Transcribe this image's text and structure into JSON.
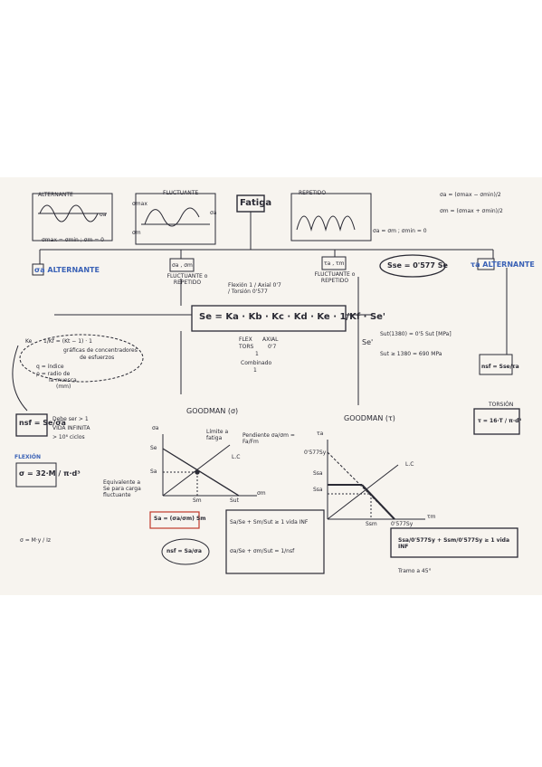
{
  "title": "Fatiga",
  "top_waveforms": {
    "alternante_label": "ALTERNANTE",
    "alternante_axis": "σa",
    "alternante_note": "σmax = σmin ; σm = 0",
    "fluctuante_label": "FLUCTUANTE",
    "fluctuante_axes": [
      "σmax",
      "σa",
      "σm"
    ],
    "repetido_label": "REPETIDO",
    "repetido_note": "σa = σm ; σmin = 0"
  },
  "stress_formulas": {
    "alternating": "σa = (σmax − σmin)/2",
    "mean": "σm = (σmax + σmin)/2"
  },
  "branches": {
    "left": "σa ALTERNANTE",
    "center_left_top": "σa , σm",
    "center_left_caption": "FLUCTUANTE o REPETIDO",
    "center_right_top": "τa , τm",
    "center_right_caption": "FLUCTUANTE o REPETIDO",
    "sse": "Sse = 0'577 Se",
    "right": "τa ALTERNANTE"
  },
  "marin": {
    "equation": "Se = Ka · Kb · Kc · Kd · Ke · 1/Kf · Se'",
    "kc_note": "Flexión 1 / Axial 0'7 / Torsión 0'577",
    "kc_labels": [
      "FLEX",
      "AXIAL",
      "TORS"
    ],
    "kc_values": [
      "1",
      "0'7"
    ],
    "combined_label": "Combinado",
    "combined_value": "1",
    "se_prime": "Se'",
    "se_prime_case1": "Sut(1380) = 0'5 Sut [MPa]",
    "se_prime_case2": "Sut ≥ 1380 = 690 MPa"
  },
  "ke_note": {
    "ke": "Ke",
    "kf_expr": "1/Kf = (Kt − 1) · 1",
    "lines": [
      "gráficas de concentradores",
      "de esfuerzos",
      "q = índice",
      "ρ = radio de",
      "la muesca",
      "(mm)"
    ]
  },
  "alternating_bending": {
    "safety": "nsf = Se/σa",
    "notes": [
      "Debe ser > 1",
      "VIDA INFINITA",
      "> 10⁶ ciclos"
    ],
    "flexion_label": "FLEXIÓN",
    "flexion_formula": "σ = 32·M / π·d³",
    "stress_note": "σ = M·y / Iz"
  },
  "goodman_sigma": {
    "title": "GOODMAN (σ)",
    "y_axis": "σa",
    "x_axis": "σm",
    "limit_label": "Límite a fatiga",
    "lc_label": "L.C",
    "slope_label": "Pendiente σa/σm = Fa/Fm",
    "y_ticks": [
      "Se",
      "Sa"
    ],
    "x_ticks": [
      "Sm",
      "Sut"
    ],
    "equiv_note": "Equivalente a Se para carga fluctuante",
    "sa_formula": "Sa = (σa/σm) Sm",
    "nsf_formula": "nsf = Sa/σa",
    "criterion1": "Sa/Se + Sm/Sut ≥ 1 vida INF",
    "criterion2": "σa/Se + σm/Sut = 1/nsf"
  },
  "goodman_tau": {
    "title": "GOODMAN (τ)",
    "y_axis": "τa",
    "x_axis": "τm",
    "y_ticks": [
      "0'577Sy",
      "Ssa",
      "Ssa"
    ],
    "x_ticks": [
      "Ssm",
      "0'577Sy"
    ],
    "lc_label": "L.C",
    "criterion": "Ssa/0'577Sy + Ssm/0'577Sy ≥ 1 vida INF",
    "tramo_note": "Tramo a 45°"
  },
  "torsion": {
    "safety": "nsf = Sse/τa",
    "label": "TORSIÓN",
    "formula": "τ = 16·T / π·d³"
  }
}
